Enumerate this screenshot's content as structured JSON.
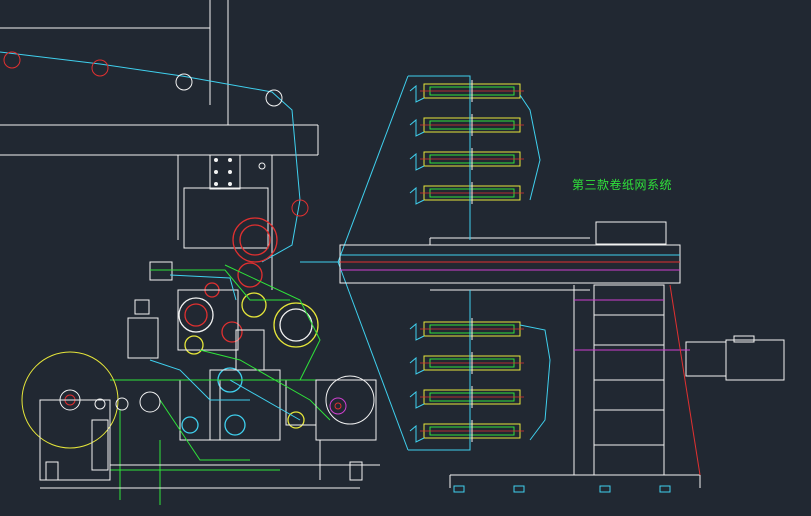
{
  "drawing": {
    "annotation": "第三款卷纸网系统",
    "colors": {
      "background": "#212832",
      "frame": "#f2f2f2",
      "cyan": "#3fd0ee",
      "yellow": "#e6e63a",
      "green": "#2fe23a",
      "red": "#e03030",
      "magenta": "#d040d0"
    },
    "roller_stack_top": {
      "count": 4
    },
    "roller_stack_bottom": {
      "count": 4
    }
  }
}
